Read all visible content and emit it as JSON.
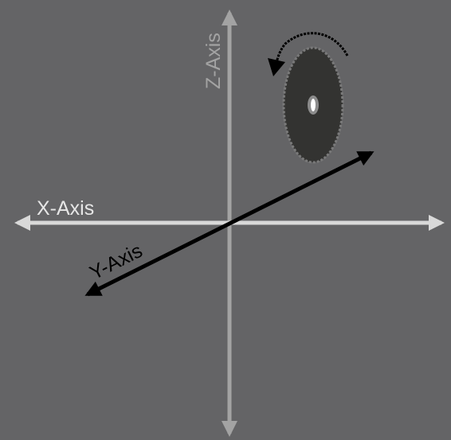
{
  "diagram": {
    "x_axis": {
      "label": "X-Axis",
      "color": "#d9d9d9"
    },
    "y_axis": {
      "label": "Y-Axis",
      "color": "#000000"
    },
    "z_axis": {
      "label": "Z-Axis",
      "color": "#a3a3a3"
    },
    "disc": {
      "fill": "#333331",
      "border": "#7a7a7a",
      "center_dot": "#ffffff"
    },
    "rotation_arrow": {
      "color": "#000000",
      "style": "dashed"
    }
  },
  "colors": {
    "background": "#646466"
  }
}
